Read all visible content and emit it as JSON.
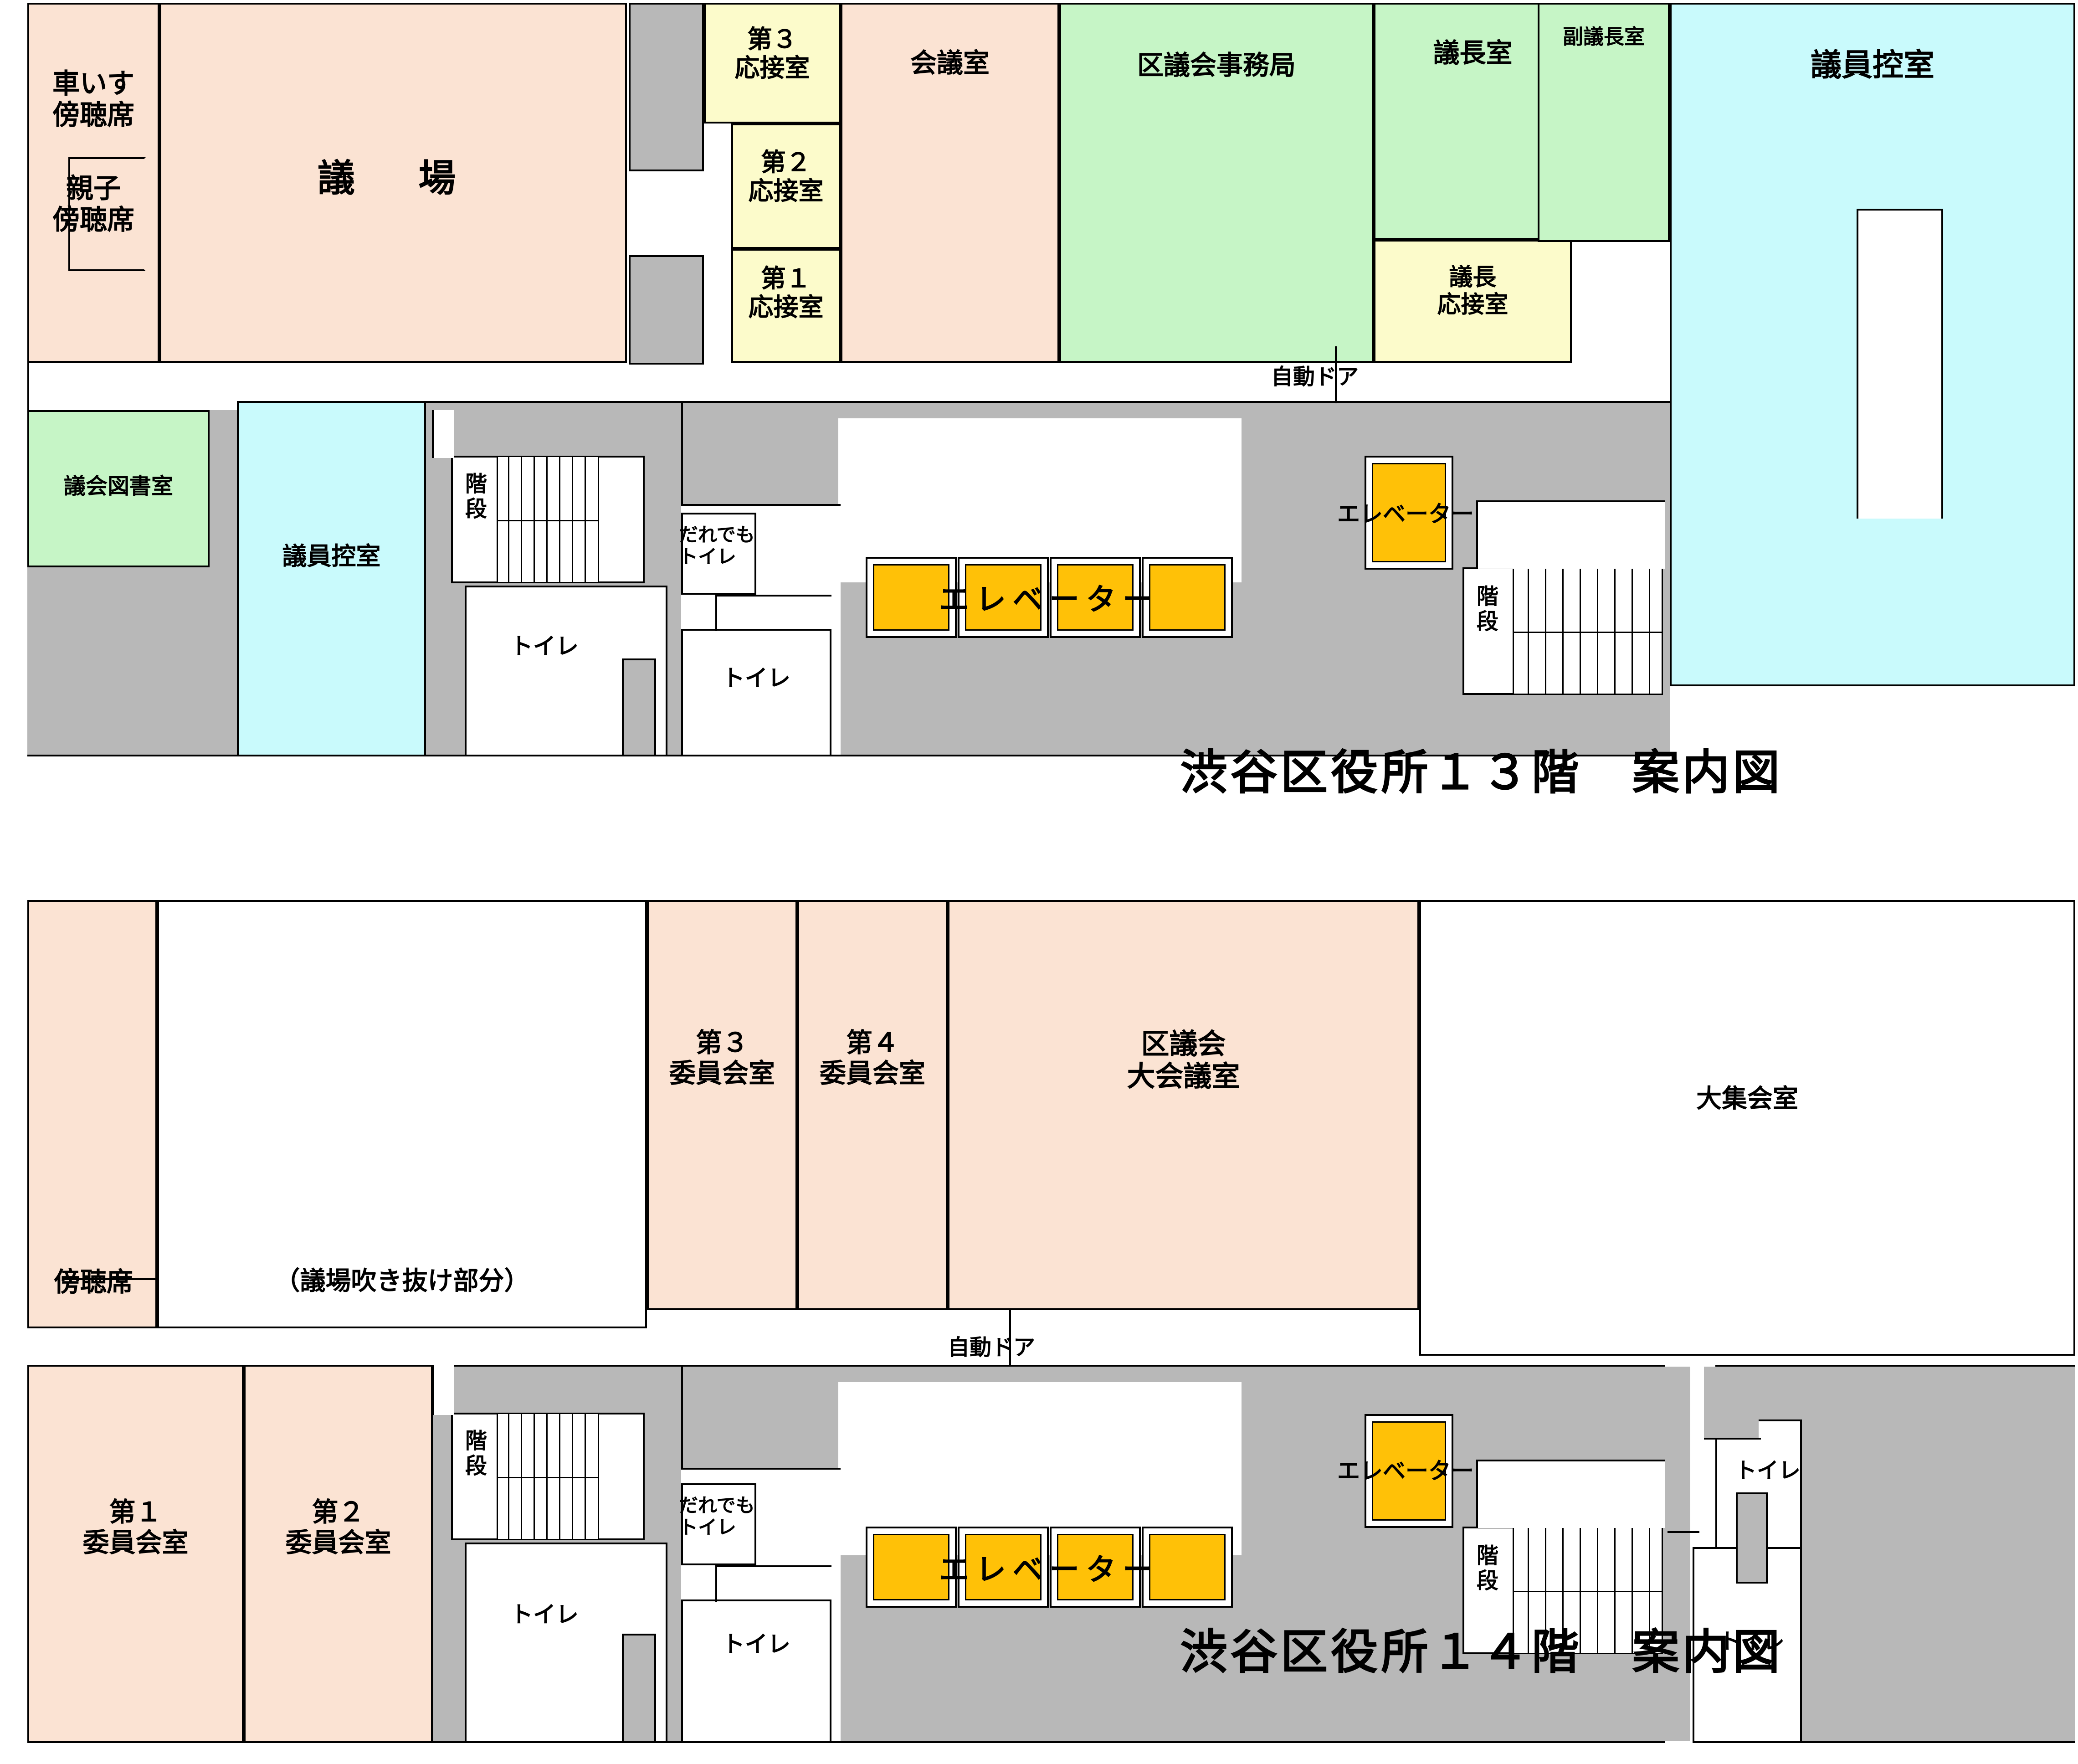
{
  "floors": [
    {
      "id": "floor-13",
      "title": "渋谷区役所１３階　案内図",
      "rooms": {
        "wheelchair_gallery": "車いす\n傍聴席",
        "parent_child_gallery": "親子\n傍聴席",
        "assembly_hall": "議　場",
        "reception3": "第３\n応接室",
        "reception2": "第２\n応接室",
        "reception1": "第１\n応接室",
        "meeting_room": "会議室",
        "council_secretariat": "区議会事務局",
        "chairperson_room": "議長室",
        "vice_chairperson_room": "副議長室",
        "chairperson_reception": "議長\n応接室",
        "member_lounge_upper": "議員控室",
        "council_library": "議会図書室",
        "member_lounge_lower": "議員控室"
      },
      "labels": {
        "auto_door": "自動ドア",
        "stairs_left": "階\n段",
        "stairs_right": "階\n段",
        "accessible_toilet": "だれでも\nトイレ",
        "toilet_left": "トイレ",
        "toilet_right": "トイレ",
        "elevator_bank": [
          "エ",
          "レ",
          "ベ",
          "ー",
          "タ",
          "ー"
        ],
        "elevator_single": "エレベーター"
      }
    },
    {
      "id": "floor-14",
      "title": "渋谷区役所１４階　案内図",
      "rooms": {
        "gallery": "傍聴席",
        "atrium": "（議場吹き抜け部分）",
        "committee3": "第３\n委員会室",
        "committee4": "第４\n委員会室",
        "council_large_meeting": "区議会\n大会議室",
        "large_assembly": "大集会室",
        "committee1": "第１\n委員会室",
        "committee2": "第２\n委員会室"
      },
      "labels": {
        "auto_door": "自動ドア",
        "stairs_left": "階\n段",
        "stairs_right": "階\n段",
        "accessible_toilet": "だれでも\nトイレ",
        "toilet_left": "トイレ",
        "toilet_right": "トイレ",
        "toilet_far_upper": "トイレ",
        "toilet_far_lower": "トイレ",
        "elevator_bank": [
          "エ",
          "レ",
          "ベ",
          "ー",
          "タ",
          "ー"
        ],
        "elevator_single": "エレベーター"
      }
    }
  ],
  "colors": {
    "peach": "#FBE3D3",
    "green": "#C6F5C6",
    "yellow": "#FCFBCB",
    "cyan": "#C9FAFC",
    "corridor_gray": "#B8B8B8",
    "white": "#FFFFFF",
    "elevator_orange": "#FFC107",
    "outline": "#000000"
  }
}
